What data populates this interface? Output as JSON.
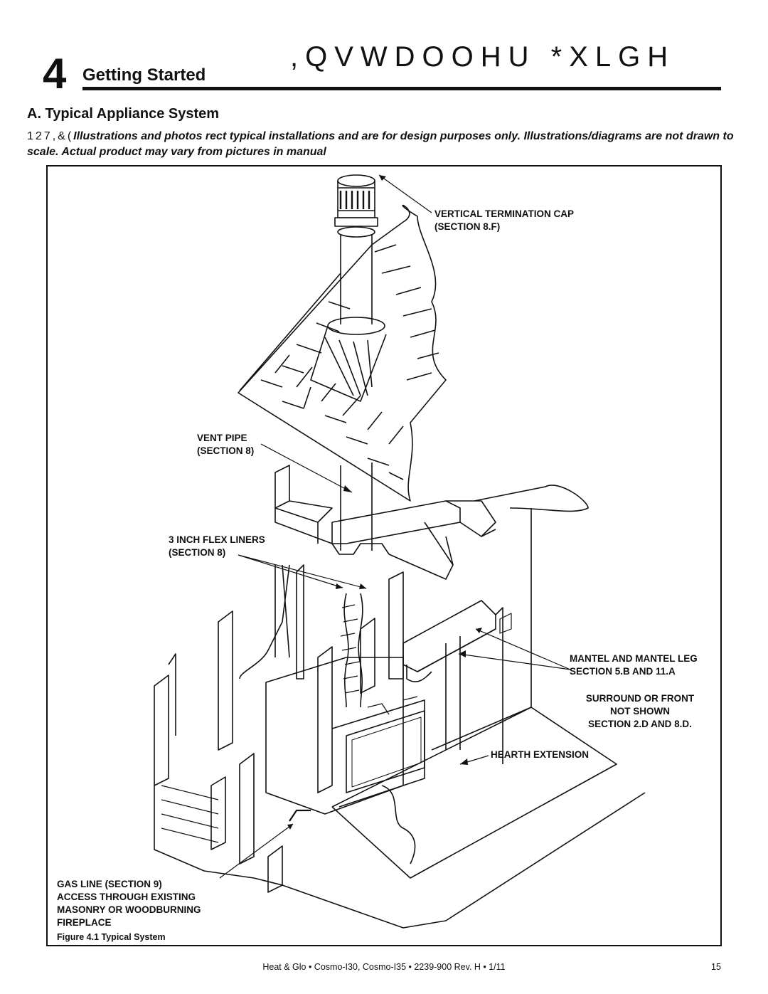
{
  "header": {
    "chapter_number": "4",
    "chapter_title": "Getting Started",
    "guide_title": ",QVWDOOHU *XLGH"
  },
  "section": {
    "heading": "A.  Typical Appliance System",
    "notice_lead": "127,&(",
    "notice_text": "Illustrations and photos rect typical installations and are for design purposes only. Illustrations/diagrams are not drawn to scale. Actual product may vary from pictures in manual"
  },
  "figure": {
    "labels": {
      "termination_cap": [
        "VERTICAL TERMINATION CAP",
        "(SECTION 8.F)"
      ],
      "vent_pipe": [
        "VENT PIPE",
        "(SECTION 8)"
      ],
      "flex_liners": [
        "3 INCH FLEX LINERS",
        "(SECTION 8)"
      ],
      "mantel": [
        "MANTEL AND MANTEL LEG",
        "SECTION 5.B AND 11.A"
      ],
      "surround": [
        "SURROUND OR FRONT",
        "NOT SHOWN",
        "SECTION 2.D AND 8.D."
      ],
      "hearth": [
        "HEARTH EXTENSION"
      ],
      "gas_line": [
        "GAS LINE (SECTION 9)",
        "ACCESS THROUGH EXISTING",
        "MASONRY OR WOODBURNING",
        "FIREPLACE"
      ]
    },
    "caption": "Figure 4.1  Typical System"
  },
  "footer": {
    "center": "Heat & Glo  •  Cosmo-I30, Cosmo-I35  •  2239-900 Rev. H  •  1/11",
    "page_number": "15"
  }
}
